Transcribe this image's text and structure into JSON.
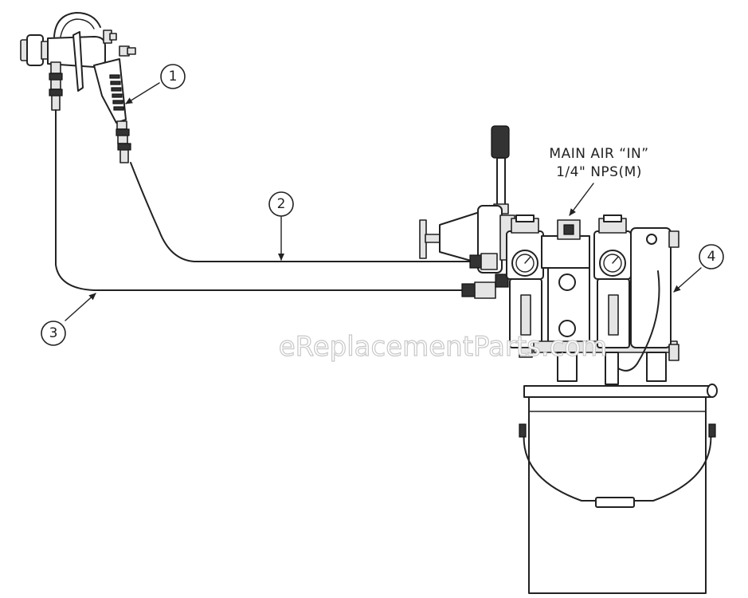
{
  "labels": {
    "main_air_line1": "MAIN AIR “IN”",
    "main_air_line2": "1/4\" NPS(M)"
  },
  "callouts": [
    "1",
    "2",
    "3",
    "4"
  ],
  "watermark": "eReplacementParts.com",
  "colors": {
    "line": "#222222",
    "background": "#ffffff",
    "watermark_outline": "#c8c8c8"
  }
}
